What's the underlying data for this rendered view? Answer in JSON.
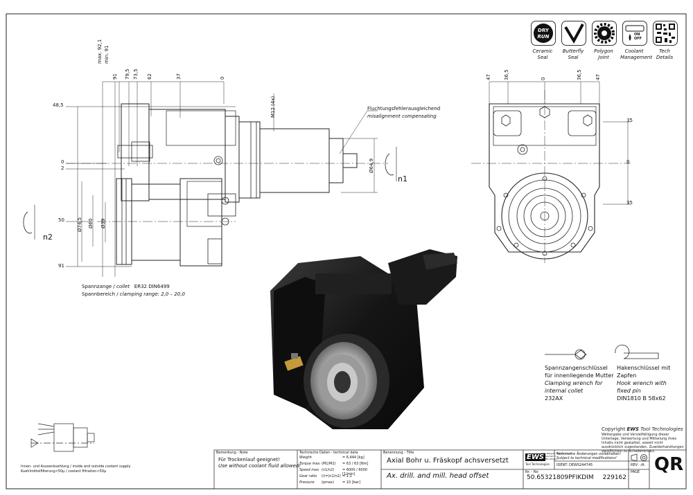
{
  "views": {
    "side": {
      "dims_top": [
        "max. 92,1",
        "min. 91",
        "91",
        "79,5",
        "73,5",
        "62",
        "37",
        "0"
      ],
      "dims_left": [
        "48,5",
        "0",
        "2",
        "50",
        "91"
      ],
      "dim_m12": "M12 (4x)",
      "dia_shank": "Ø64,9",
      "dia_flange": "Ø74,5",
      "dia_60": "Ø60",
      "dia_39": "Ø39",
      "rotation_n1": "n1",
      "rotation_n2": "n2",
      "note_de": "Fluchtungsfehlerausgleichend",
      "note_en": "misalignment compensating"
    },
    "collet": {
      "line1_de": "Spannzange /",
      "line1_en": "collet",
      "line1_spec": "ER32   DIN6499",
      "line2_de": "Spannbereich /",
      "line2_en": "clamping range: 2,0 – 20,0"
    },
    "front": {
      "dims_top": [
        "47",
        "36,5",
        "0",
        "36,5",
        "47"
      ],
      "dims_right": [
        "35",
        "0",
        "35"
      ]
    }
  },
  "features": [
    {
      "icon": "dry-run-icon",
      "glyph_top": "DRY",
      "glyph_bottom": "RUN",
      "caption": "Ceramic Seal"
    },
    {
      "icon": "butterfly-icon",
      "caption": "Butterfly Seal"
    },
    {
      "icon": "polygon-gear-icon",
      "caption": "Polygon Joint"
    },
    {
      "icon": "coolant-icon",
      "glyph_top": "ON",
      "glyph_bottom": "OFF",
      "caption": "Coolant Management"
    },
    {
      "icon": "qr-code-icon",
      "caption": "Tech Details"
    }
  ],
  "wrenches": {
    "left": {
      "de": "Spannzangenschlüssel für innenliegende Mutter",
      "en": "Clamping wrench for internal collet",
      "part": "232AX"
    },
    "right": {
      "de": "Hakenschlüssel mit Zapfen",
      "en": "Hook wrench with fixed pin",
      "part": "DIN1810 B 58x62"
    }
  },
  "schematic_note": "Innen- und Aussenkuehlung / inside and outside coolant supply\nKuehlmittelfilterung<50µ / coolant filtration<50µ",
  "copyright": {
    "title": "Copyright",
    "brand": "EWS",
    "rest": "Tool Technologies",
    "text": "Weitergabe und Vervielfältigung dieser Unterlage, Verwertung und Mitteilung ihres Inhalts nicht gestattet, soweit nicht ausdrücklich zugestanden. Zuwiderhandlungen verpflichten zu Schadenersatz."
  },
  "title_block": {
    "remark_label": "Bemerkung - Note",
    "remark_de": "Für Trockenlauf geeignet!",
    "remark_en": "Use without coolant fluid allowed!",
    "tech_label": "Technische Daten - technical data",
    "tech_rows": [
      {
        "label": "Weight",
        "unit": "",
        "value": "= 6,444  [kg]"
      },
      {
        "label": "Torque max",
        "unit": "(M1/M2)",
        "value": "= 63 / 63 [Nm]"
      },
      {
        "label": "Speed max",
        "unit": "(n1/n2)",
        "value": "= 6000 / 6000 [1/min]"
      },
      {
        "label": "Gear ratio",
        "unit": "(i)=(n1/n2)",
        "value": "= 1:1"
      },
      {
        "label": "Pressure",
        "unit": "(pmax)",
        "value": "= 10 [bar]"
      }
    ],
    "name_label": "Benennung - Title",
    "title_de": "Axial Bohr u. Fräskopf achsversetzt",
    "title_en": "Ax. drill. and mill. head offset",
    "company": "EWS",
    "company_sub": "Tool Technologies",
    "company_addr": "EWS Weigele GmbH & Co. KG\nMaybachstr. 1\n73066 Uhingen",
    "mod_de": "Technische Änderungen vorbehalten!",
    "mod_en": "Subject to technical modifications!",
    "ident": "IDENT: DEWS244745",
    "rev": "REV: -/A",
    "part_no_label": "Nr. - No",
    "part_no": "50.65321809PFIKDIM",
    "page_label": "PAGE",
    "doc_no": "229162",
    "qr": "QR"
  }
}
